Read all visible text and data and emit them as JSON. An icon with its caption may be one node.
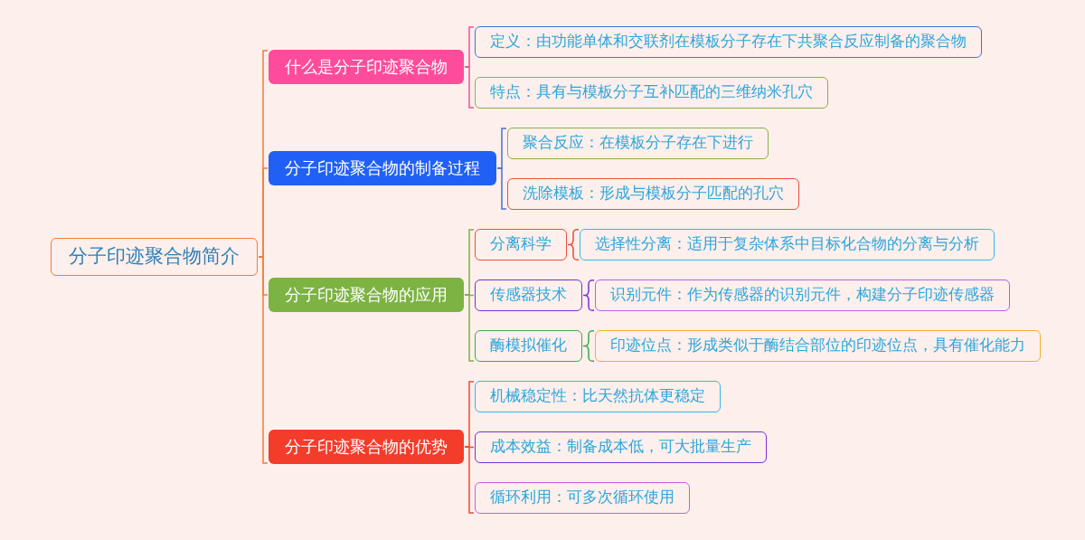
{
  "diagram": {
    "nodes": [
      {
        "text": [
          "分子印迹聚合物简介"
        ]
      },
      {
        "text": [
          "什么是分子印迹聚合物"
        ]
      },
      {
        "text": [
          "定义：由功能单体和交联剂在模板分子存在下共聚合反应制备的聚合物"
        ]
      },
      {
        "text": [
          "特点：具有与模板分子互补匹配的三维纳米孔穴"
        ]
      },
      {
        "text": [
          "分子印迹聚合物的制备过程"
        ]
      },
      {
        "text": [
          "聚合反应：在模板分子存在下进行"
        ]
      },
      {
        "text": [
          "洗除模板：形成与模板分子匹配的孔穴"
        ]
      },
      {
        "text": [
          "分子印迹聚合物的应用"
        ]
      },
      {
        "text": [
          "分离科学"
        ]
      },
      {
        "text": [
          "选择性分离：适用于复杂体系中目标化合物的分离与分析"
        ]
      },
      {
        "text": [
          "传感器技术"
        ]
      },
      {
        "text": [
          "识别元件：作为传感器的识别元件，构建分子印迹传感器"
        ]
      },
      {
        "text": [
          "酶模拟催化"
        ]
      },
      {
        "text": [
          "印迹位点：形成类似于酶结合部位的印迹位点，具有催化能力"
        ]
      },
      {
        "text": [
          "分子印迹聚合物的优势"
        ]
      },
      {
        "text": [
          "机械稳定性：比天然抗体更稳定"
        ]
      },
      {
        "text": [
          "成本效益：制备成本低，可大批量生产"
        ]
      },
      {
        "text": [
          "循环利用：可多次循环使用"
        ]
      }
    ],
    "edges": [
      {
        "from": 0,
        "to": 1,
        "arrow": "none",
        "color": "#f07c3c"
      },
      {
        "from": 0,
        "to": 4,
        "arrow": "none",
        "color": "#f07c3c"
      },
      {
        "from": 0,
        "to": 7,
        "arrow": "none",
        "color": "#f07c3c"
      },
      {
        "from": 0,
        "to": 14,
        "arrow": "none",
        "color": "#f07c3c"
      },
      {
        "from": 1,
        "to": 2,
        "arrow": "none",
        "color": "#f0509a"
      },
      {
        "from": 1,
        "to": 3,
        "arrow": "none",
        "color": "#f0509a"
      },
      {
        "from": 4,
        "to": 5,
        "arrow": "none",
        "color": "#4a6fd8"
      },
      {
        "from": 4,
        "to": 6,
        "arrow": "none",
        "color": "#4a6fd8"
      },
      {
        "from": 7,
        "to": 8,
        "arrow": "none",
        "color": "#7cb342"
      },
      {
        "from": 7,
        "to": 10,
        "arrow": "none",
        "color": "#7cb342"
      },
      {
        "from": 7,
        "to": 12,
        "arrow": "none",
        "color": "#7cb342"
      },
      {
        "from": 8,
        "to": 9,
        "arrow": "none",
        "color": "#e84c3d"
      },
      {
        "from": 10,
        "to": 11,
        "arrow": "none",
        "color": "#7b2fd6"
      },
      {
        "from": 12,
        "to": 13,
        "arrow": "none",
        "color": "#3aaa4a"
      },
      {
        "from": 14,
        "to": 15,
        "arrow": "none",
        "color": "#f04a35"
      },
      {
        "from": 14,
        "to": 16,
        "arrow": "none",
        "color": "#f04a35"
      },
      {
        "from": 14,
        "to": 17,
        "arrow": "none",
        "color": "#f04a35"
      }
    ]
  }
}
